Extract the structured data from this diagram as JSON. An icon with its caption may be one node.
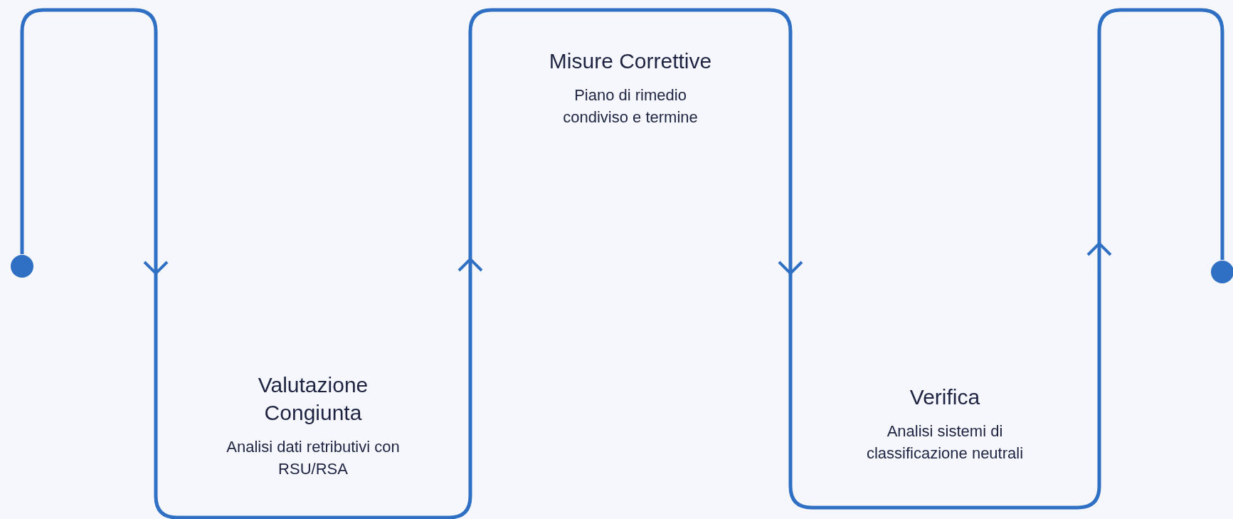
{
  "diagram": {
    "nodes": [
      {
        "text": [],
        "shape": "circle"
      },
      {
        "text": [
          "Valutazione Congiunta",
          "Analisi dati retributivi con RSU/RSA"
        ]
      },
      {
        "text": [
          "Misure Correttive",
          "Piano di rimedio condiviso e termine"
        ]
      },
      {
        "text": [
          "Verifica",
          "Analisi sistemi di classificazione neutrali"
        ]
      },
      {
        "text": [],
        "shape": "box"
      },
      {
        "text": [],
        "shape": "circle"
      }
    ],
    "edges": [
      {
        "from": 0,
        "to": 1,
        "arrow": "to"
      },
      {
        "from": 1,
        "to": 2,
        "arrow": "to"
      },
      {
        "from": 2,
        "to": 3,
        "arrow": "to"
      },
      {
        "from": 3,
        "to": 4,
        "arrow": "to"
      },
      {
        "from": 4,
        "to": 5,
        "arrow": "none"
      }
    ]
  }
}
